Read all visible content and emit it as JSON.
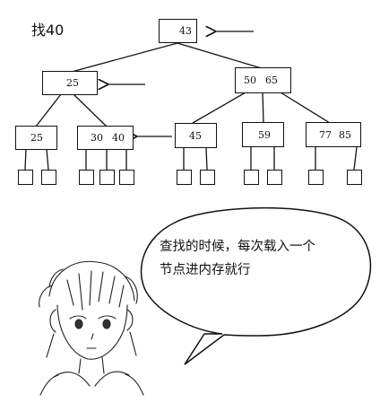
{
  "title": "找40",
  "nodes": {
    "root": {
      "keys": [
        "43"
      ]
    },
    "level1_left": {
      "keys": [
        "25"
      ]
    },
    "level1_right": {
      "keys": [
        "50",
        "65"
      ]
    },
    "level2_a": {
      "keys": [
        "25"
      ]
    },
    "level2_b": {
      "keys": [
        "30",
        "40"
      ]
    },
    "level2_c": {
      "keys": [
        "45"
      ]
    },
    "level2_d": {
      "keys": [
        "59"
      ]
    },
    "level2_e": {
      "keys": [
        "77",
        "85"
      ]
    }
  },
  "speech": {
    "line1": "查找的时候，每次载入一个",
    "line2": "节点进内存就行"
  }
}
